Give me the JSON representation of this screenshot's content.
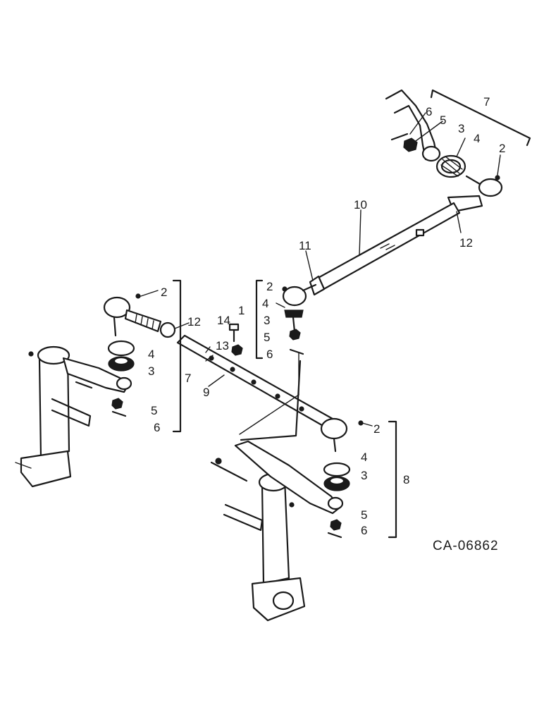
{
  "drawing_code": "CA-06862",
  "callouts": {
    "c_7_top": "7",
    "c_6_top": "6",
    "c_5_top": "5",
    "c_3_top": "3",
    "c_4_top": "4",
    "c_2_top": "2",
    "c_10": "10",
    "c_12_right": "12",
    "c_11": "11",
    "c_2_mid": "2",
    "c_1": "1",
    "c_4_mid": "4",
    "c_3_mid": "3",
    "c_14": "14",
    "c_5_mid": "5",
    "c_13": "13",
    "c_6_mid": "6",
    "c_2_left": "2",
    "c_12_left": "12",
    "c_4_left": "4",
    "c_3_left": "3",
    "c_7_left": "7",
    "c_9": "9",
    "c_5_left": "5",
    "c_6_left": "6",
    "c_2_low": "2",
    "c_4_low": "4",
    "c_3_low": "3",
    "c_8": "8",
    "c_5_low": "5",
    "c_6_low": "6"
  }
}
